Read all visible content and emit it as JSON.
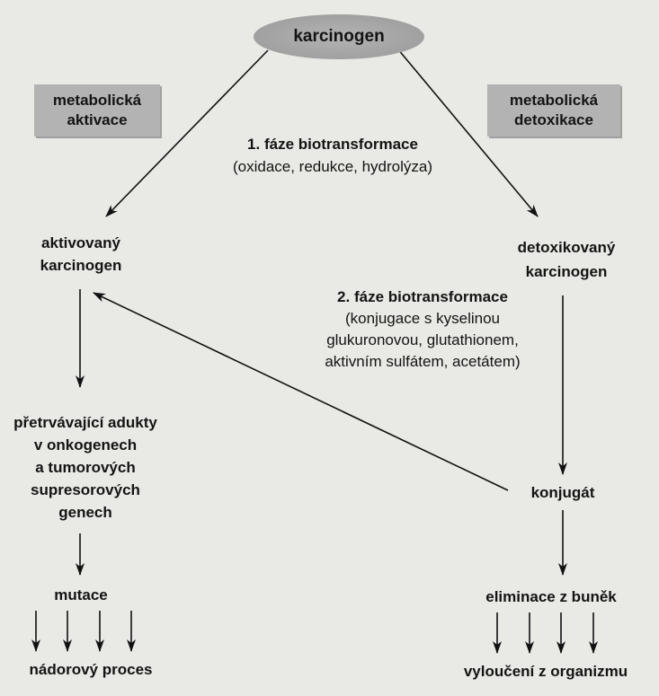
{
  "top_node": "karcinogen",
  "left_label": [
    "metabolická",
    "aktivace"
  ],
  "right_label": [
    "metabolická",
    "detoxikace"
  ],
  "phase1": {
    "title": "1. fáze biotransformace",
    "detail": "(oxidace, redukce, hydrolýza)"
  },
  "activated": [
    "aktivovaný",
    "karcinogen"
  ],
  "detoxified": [
    "detoxikovaný",
    "karcinogen"
  ],
  "phase2": {
    "title": "2. fáze biotransformace",
    "detail": [
      "(konjugace s kyselinou",
      "glukuronovou, glutathionem,",
      "aktivním sulfátem, acetátem)"
    ]
  },
  "adducts": [
    "přetrvávající adukty",
    "v onkogenech",
    "a tumorových",
    "supresorových",
    "genech"
  ],
  "conjugate": "konjugát",
  "mutation": "mutace",
  "tumor": "nádorový proces",
  "elimination_cells": "eliminace z buněk",
  "elimination_body": "vyloučení z organizmu"
}
